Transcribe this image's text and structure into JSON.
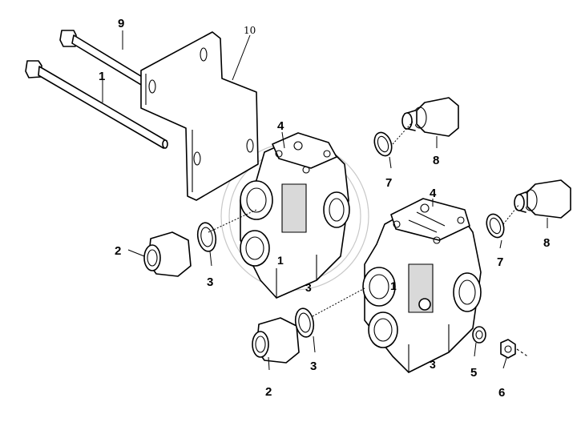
{
  "diagram": {
    "callouts": {
      "n1": "1",
      "n2a": "2",
      "n2b": "2",
      "n3a": "3",
      "n3b": "3",
      "n4a": "4",
      "n4b": "4",
      "n5": "5",
      "n6": "6",
      "n7a": "7",
      "n7b": "7",
      "n8a": "8",
      "n8b": "8",
      "n9": "9",
      "n10": "10"
    },
    "body_marks": {
      "valve_a_port": "1",
      "valve_a_base": "3",
      "valve_b_port": "1",
      "valve_b_base": "3"
    },
    "colors": {
      "ink": "#000000",
      "watermark": "#c8c8c8",
      "background": "#ffffff"
    }
  }
}
